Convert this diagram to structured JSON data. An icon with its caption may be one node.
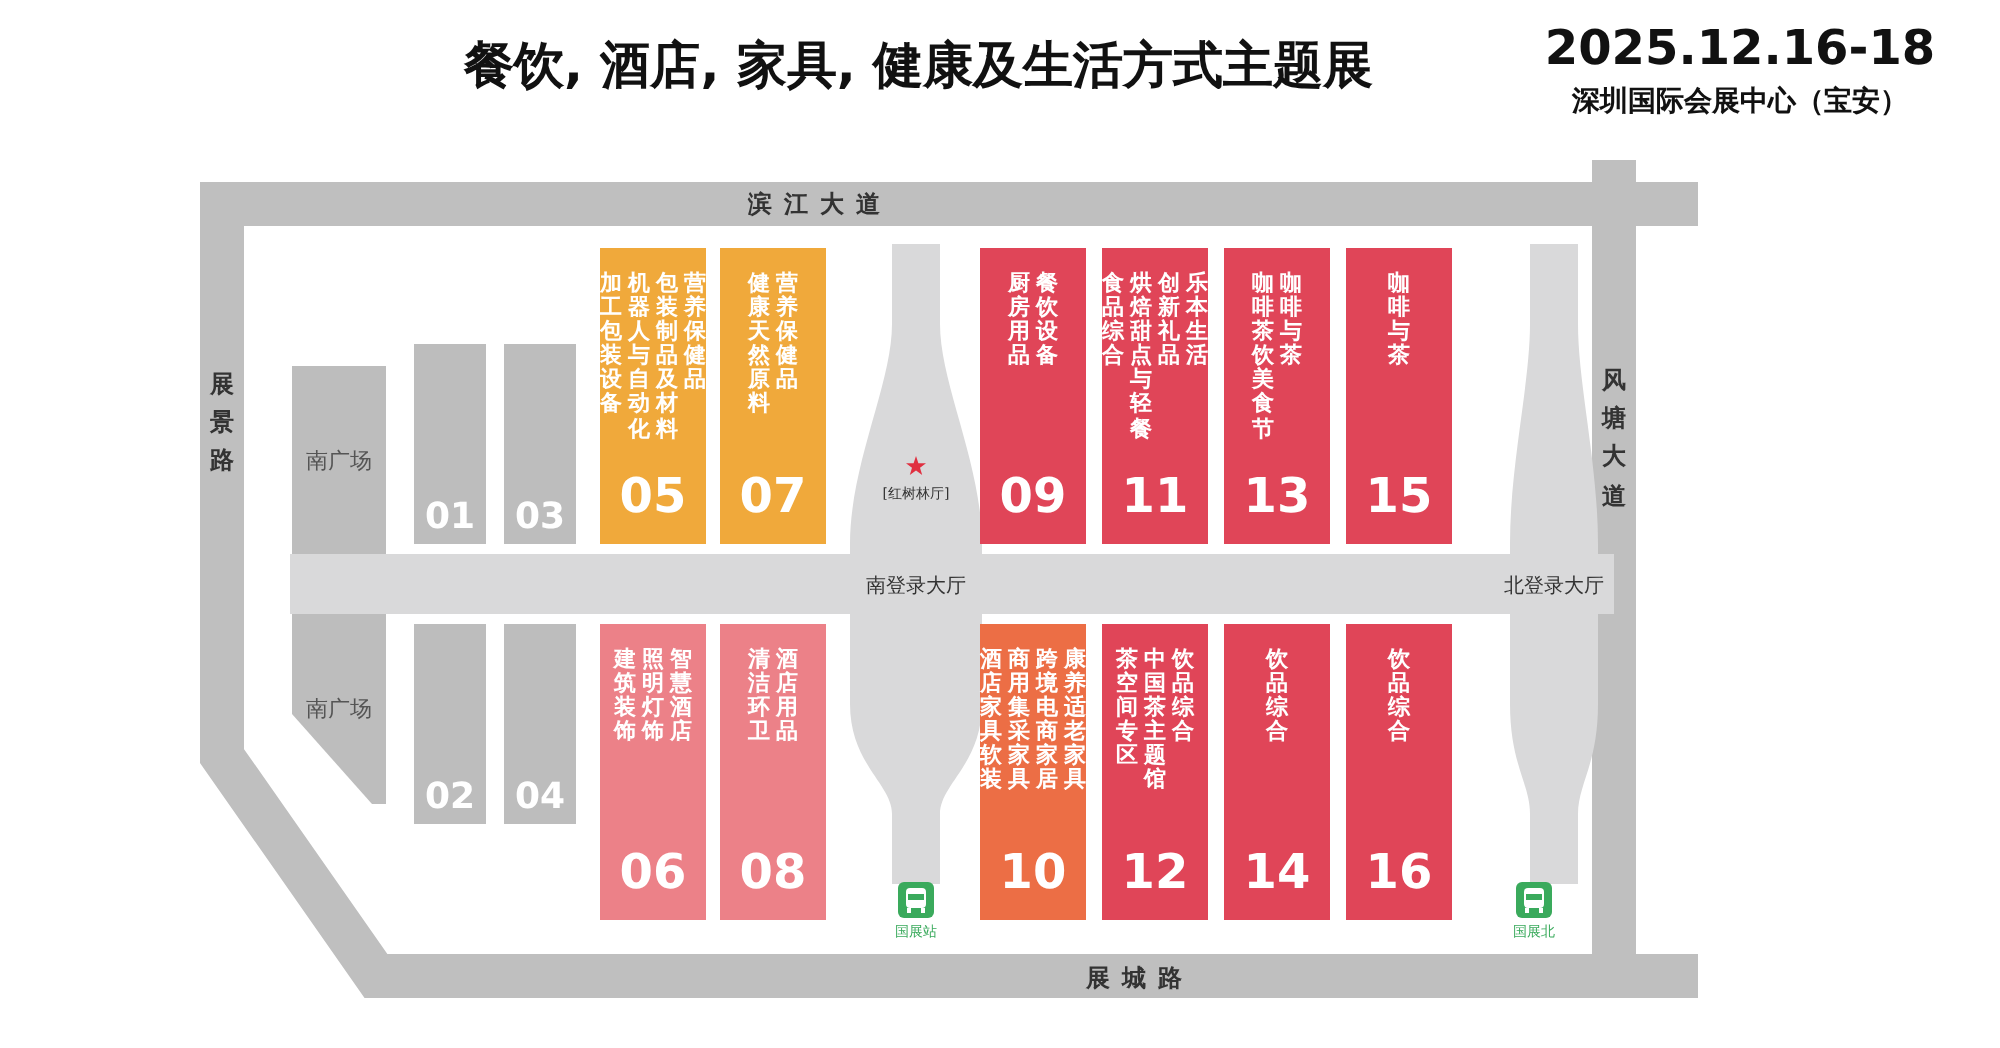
{
  "diagram": {
    "title": "餐饮, 酒店, 家具, 健康及生活方式主题展",
    "nodes": [
      {
        "text": [
          "南广场"
        ]
      },
      {
        "text": [
          "01"
        ]
      },
      {
        "text": [
          "03"
        ]
      },
      {
        "text": [
          "加工包装设备",
          "机器人与自动化",
          "包装制品及材料",
          "营养保健品",
          "05"
        ]
      },
      {
        "text": [
          "健康天然原料",
          "营养保健品",
          "07"
        ]
      },
      {
        "text": [
          "[红树林厅]",
          "南登录大厅"
        ]
      },
      {
        "text": [
          "厨房用品",
          "餐饮设备",
          "09"
        ]
      },
      {
        "text": [
          "食品综合",
          "烘焙甜点与轻餐",
          "创新礼品",
          "乐本生活",
          "11"
        ]
      },
      {
        "text": [
          "咖啡茶饮美食节",
          "咖啡与茶",
          "13"
        ]
      },
      {
        "text": [
          "咖啡与茶",
          "15"
        ]
      },
      {
        "text": [
          "北登录大厅"
        ]
      },
      {
        "text": [
          "南广场"
        ]
      },
      {
        "text": [
          "02"
        ]
      },
      {
        "text": [
          "04"
        ]
      },
      {
        "text": [
          "建筑装饰",
          "照明灯饰",
          "智慧酒店",
          "06"
        ]
      },
      {
        "text": [
          "清洁环卫",
          "酒店用品",
          "08"
        ]
      },
      {
        "text": [
          "酒店家具软装",
          "商用集采家具",
          "跨境电商家居",
          "康养适老家具",
          "10"
        ]
      },
      {
        "text": [
          "茶空间专区",
          "中国茶主题馆",
          "饮品综合",
          "12"
        ]
      },
      {
        "text": [
          "饮品综合",
          "14"
        ]
      },
      {
        "text": [
          "饮品综合",
          "16"
        ]
      }
    ],
    "edges": [],
    "labels": [
      "2025.12.16-18",
      "深圳国际会展中心（宝安）",
      "滨江大道",
      "展景路",
      "风塘大道",
      "展城路",
      "国展站",
      "国展北"
    ]
  }
}
